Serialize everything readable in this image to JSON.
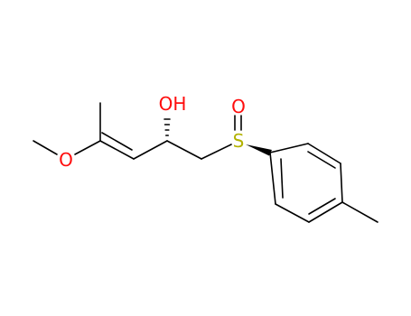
{
  "molecule": {
    "atoms": {
      "methoxy_O": {
        "symbol": "O",
        "color": "#ff0d0d"
      },
      "hydroxyl": {
        "symbol": "OH",
        "color": "#ff0d0d"
      },
      "sulfoxide_O": {
        "symbol": "O",
        "color": "#ff0d0d"
      },
      "sulfur": {
        "symbol": "S",
        "color": "#b2b200"
      }
    },
    "stereo": {
      "carbinol_center": "hashed-wedge",
      "sulfur_center": "bold-wedge"
    },
    "bond_color": "#000000"
  }
}
